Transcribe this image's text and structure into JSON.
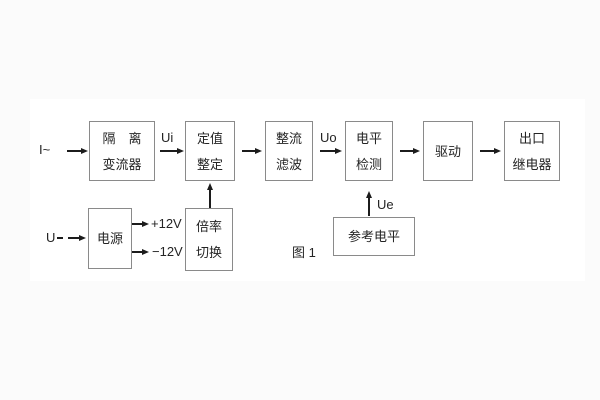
{
  "figure": {
    "caption": "图 1"
  },
  "colors": {
    "background": "#fbfbfb",
    "panel": "#ffffff",
    "border": "#8a8a8a",
    "text": "#242424",
    "arrow": "#1c1c1c"
  },
  "blocks": {
    "isolation": {
      "line1": "隔　离",
      "line2": "变流器"
    },
    "setting": {
      "line1": "定值",
      "line2": "整定"
    },
    "rectifier": {
      "line1": "整流",
      "line2": "滤波"
    },
    "level": {
      "line1": "电平",
      "line2": "检测"
    },
    "drive": {
      "line1": "驱动"
    },
    "relay": {
      "line1": "出口",
      "line2": "继电器"
    },
    "power": {
      "line1": "电源"
    },
    "multiplier": {
      "line1": "倍率",
      "line2": "切换"
    },
    "reference": {
      "line1": "参考电平"
    }
  },
  "signals": {
    "input_current": "I~",
    "input_voltage": "U",
    "ui": "Ui",
    "uo": "Uo",
    "ue": "Ue",
    "plus_12v": "+12V",
    "minus_12v": "−12V"
  }
}
